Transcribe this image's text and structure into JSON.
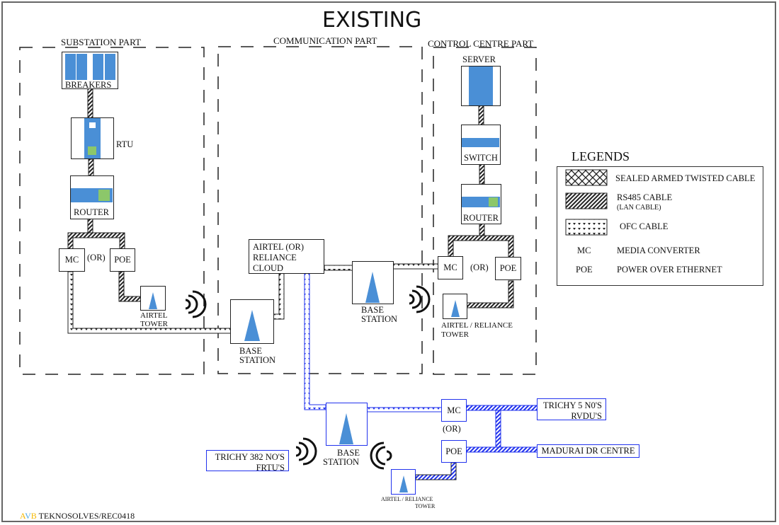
{
  "title": "EXISTING",
  "sections": {
    "substation": "SUBSTATION PART",
    "communication": "COMMUNICATION PART",
    "control": "CONTROL CENTRE  PART"
  },
  "substation": {
    "breakers": "BREAKERS",
    "rtu": "RTU",
    "router": "ROUTER",
    "mc": "MC",
    "or": "(OR)",
    "poe": "POE",
    "tower_line1": "AIRTEL",
    "tower_line2": "TOWER"
  },
  "communication": {
    "cloud_line1": "AIRTEL (OR)",
    "cloud_line2": "RELIANCE",
    "cloud_line3": "CLOUD",
    "base1_line1": "BASE",
    "base1_line2": "STATION",
    "base2_line1": "BASE",
    "base2_line2": "STATION"
  },
  "control": {
    "server": "SERVER",
    "switch": "SWITCH",
    "router": "ROUTER",
    "mc": "MC",
    "or": "(OR)",
    "poe": "POE",
    "tower_line1": "AIRTEL / RELIANCE",
    "tower_line2": "TOWER"
  },
  "field": {
    "base_line1": "BASE",
    "base_line2": "STATION",
    "mc": "MC",
    "or": "(OR)",
    "poe": "POE",
    "tower_line1": "AIRTEL / RELIANCE",
    "tower_line2": "TOWER",
    "trichy_rvdu_line1": "TRICHY 5 N0'S",
    "trichy_rvdu_line2": "RVDU'S",
    "madurai": "MADURAI DR CENTRE",
    "trichy_frtu_line1": "TRICHY 382 NO'S",
    "trichy_frtu_line2": "FRTU'S"
  },
  "legend": {
    "title": "LEGENDS",
    "items": [
      {
        "pattern": "crosshatch",
        "label": "SEALED ARMED TWISTED CABLE"
      },
      {
        "pattern": "diagonal",
        "label": "RS485 CABLE",
        "sublabel": "(LAN CABLE)"
      },
      {
        "pattern": "triangles",
        "label": "OFC CABLE"
      }
    ],
    "abbr": [
      {
        "key": "MC",
        "value": "MEDIA CONVERTER"
      },
      {
        "key": "POE",
        "value": "POWER OVER ETHERNET"
      }
    ]
  },
  "footer": {
    "a": "A",
    "v": "V",
    "b": "B",
    "rest": " TEKNOSOLVES/REC0418"
  },
  "colors": {
    "device_blue": "#4a8fd6",
    "device_green": "#8cc76a",
    "link_blue": "#2233ee",
    "footer_a": "#f5b800",
    "footer_v": "#f5b800",
    "footer_b": "#f5b800"
  }
}
